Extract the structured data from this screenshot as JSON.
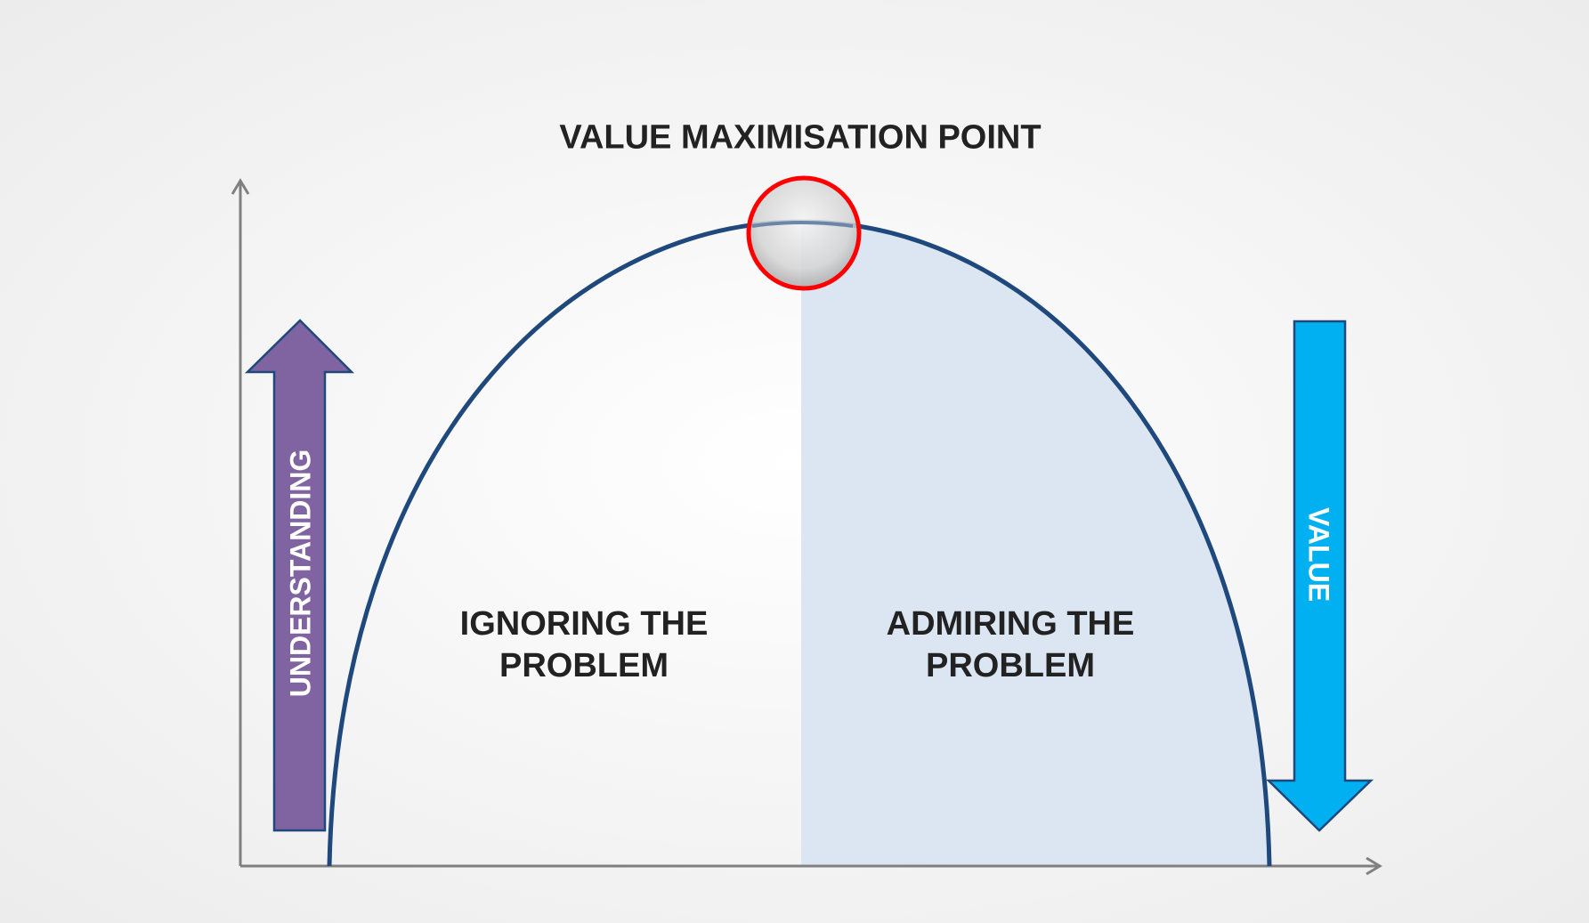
{
  "title": "VALUE MAXIMISATION POINT",
  "regions": {
    "left": {
      "line1": "IGNORING THE",
      "line2": "PROBLEM"
    },
    "right": {
      "line1": "ADMIRING THE",
      "line2": "PROBLEM"
    }
  },
  "arrows": {
    "understanding": {
      "label": "UNDERSTANDING",
      "direction": "up",
      "color": "#8064a2"
    },
    "value": {
      "label": "VALUE",
      "direction": "down",
      "color": "#00b0f0"
    }
  },
  "colors": {
    "curve": "#1f497d",
    "right_fill": "#dce6f2",
    "marker": "#ff0000",
    "axis": "#808080"
  }
}
